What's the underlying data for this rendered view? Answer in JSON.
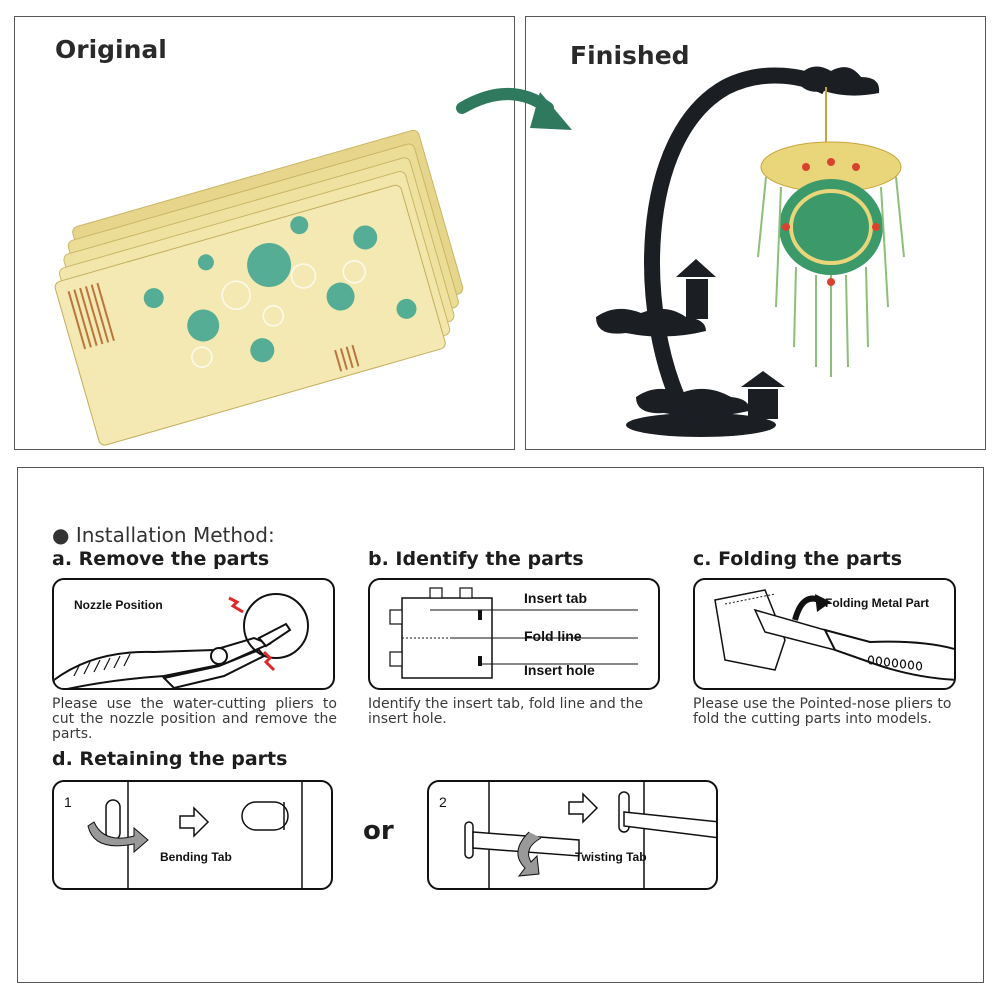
{
  "top": {
    "original_title": "Original",
    "finished_title": "Finished"
  },
  "install": {
    "heading": "Installation Method:",
    "a": {
      "title": "a. Remove the parts",
      "label": "Nozzle Position",
      "desc": "Please use the water-cutting pliers to cut the nozzle position and remove the parts."
    },
    "b": {
      "title": "b. Identify the parts",
      "insert_tab": "Insert tab",
      "fold_line": "Fold line",
      "insert_hole": "Insert hole",
      "desc": "Identify the insert tab, fold line and the insert hole."
    },
    "c": {
      "title": "c. Folding the parts",
      "label": "Folding Metal Part",
      "desc": "Please use the Pointed-nose pliers to fold the cutting parts into models."
    },
    "d": {
      "title": "d. Retaining the parts",
      "num1": "1",
      "bending": "Bending Tab",
      "or": "or",
      "num2": "2",
      "twisting": "Twisting Tab"
    }
  },
  "colors": {
    "arrow": "#2f7a5f",
    "sheet_gold": "#efe3a0",
    "teal": "#1f9a8a",
    "stand": "#1b1f24",
    "red_mark": "#e02828"
  }
}
